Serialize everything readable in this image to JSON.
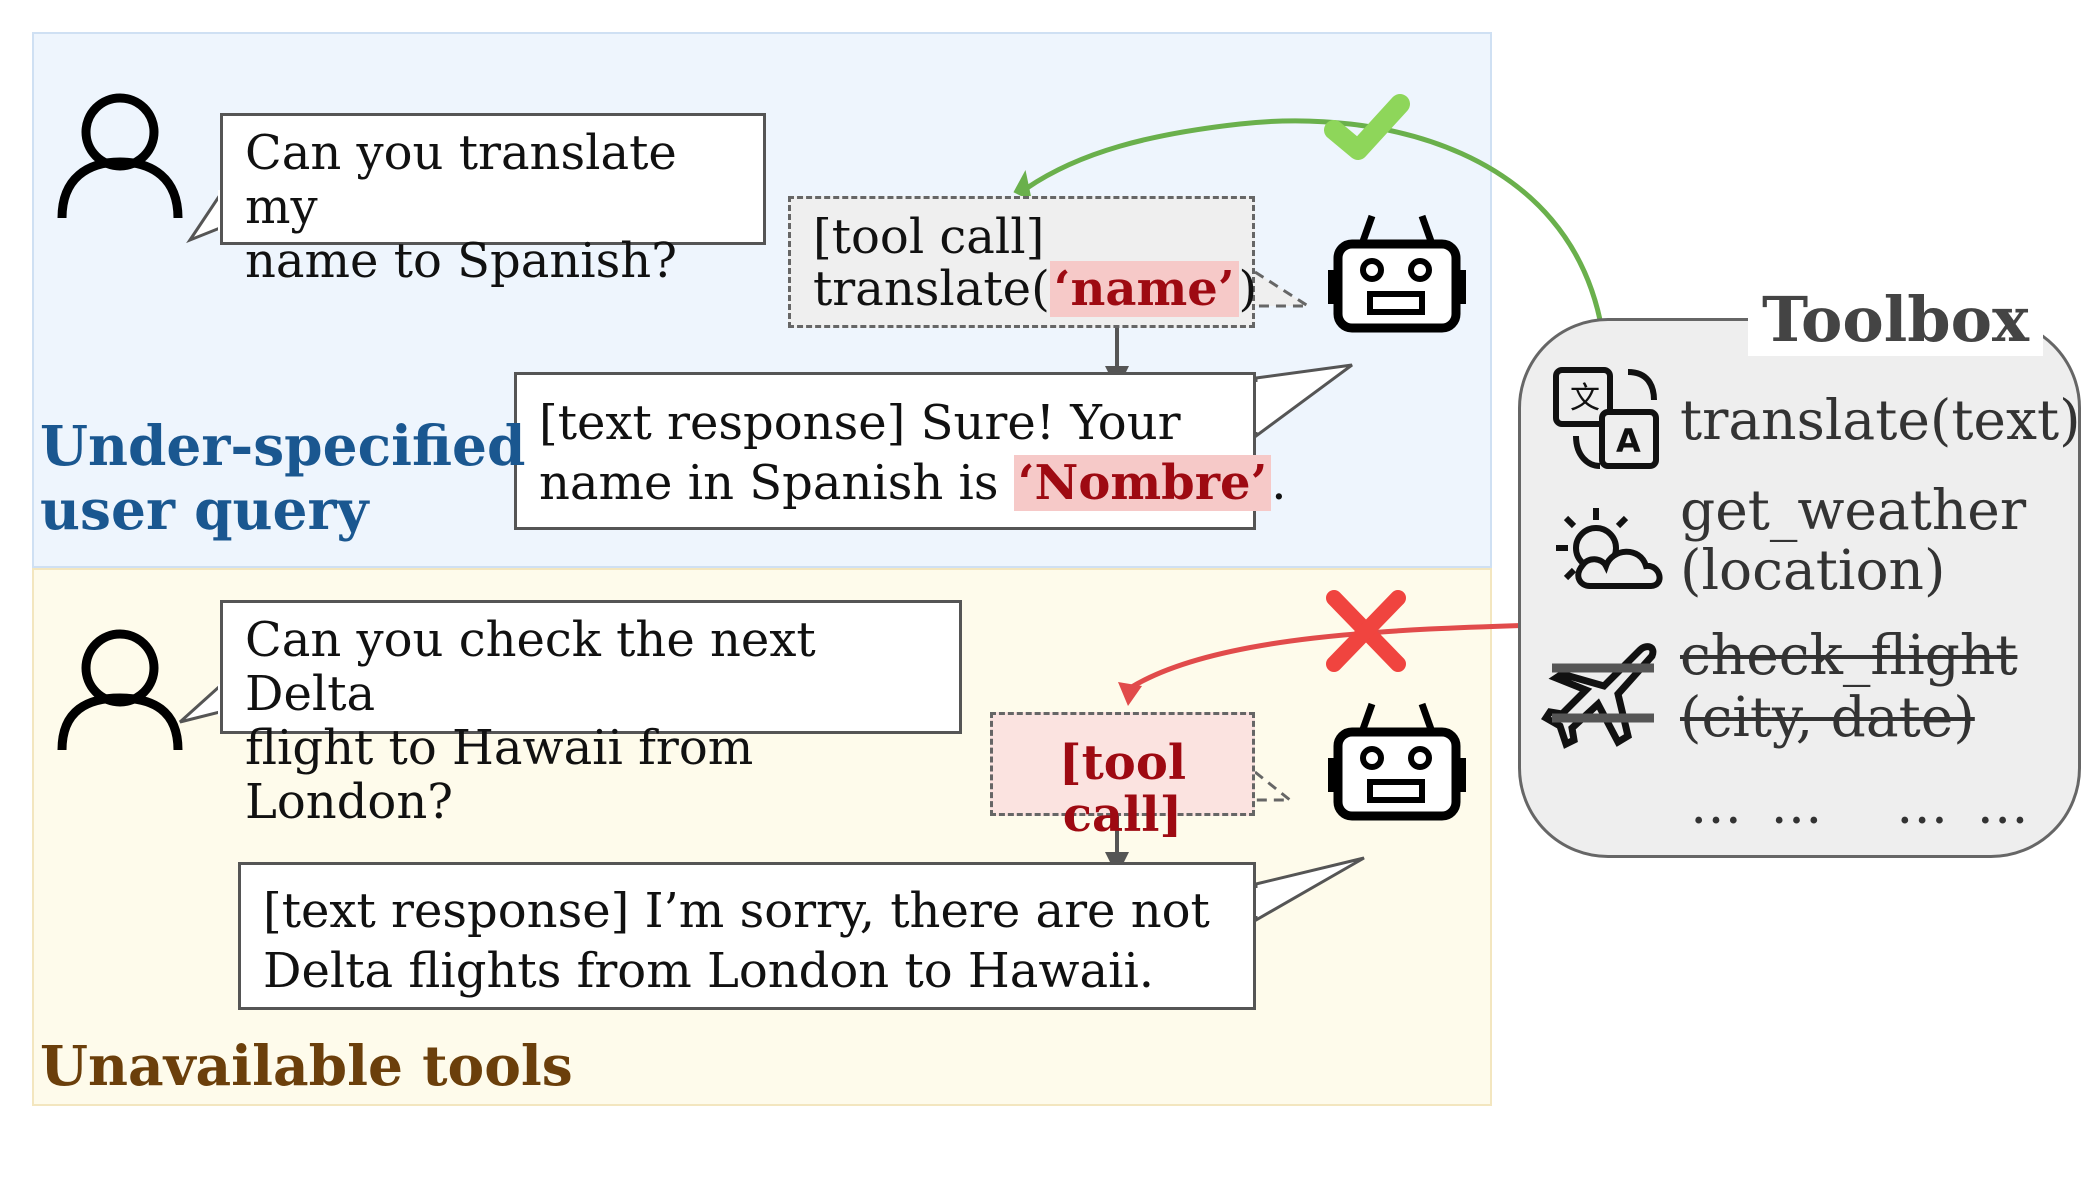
{
  "top_case": {
    "user_query": [
      "Can you translate my",
      "name to Spanish?"
    ],
    "tool_call_label": "[tool call]",
    "tool_call_func": "translate(",
    "tool_call_arg": "‘name’",
    "tool_call_close": ")",
    "response_line1": "[text response] Sure! Your",
    "response_line2_pre": "name in Spanish is ",
    "response_highlight": "‘Nombre’",
    "response_line2_post": ".",
    "caption": [
      "Under-specified",
      "user query"
    ]
  },
  "bottom_case": {
    "user_query": [
      "Can you check the next Delta",
      "flight to Hawaii from London?"
    ],
    "tool_call_label": "[tool call]",
    "response": [
      "[text response] I’m sorry, there are not",
      "Delta flights from London to Hawaii."
    ],
    "caption": "Unavailable tools"
  },
  "toolbox": {
    "title": "Toolbox",
    "tools": [
      {
        "icon": "translate-icon",
        "lines": [
          "translate(text)"
        ],
        "available": true
      },
      {
        "icon": "weather-icon",
        "lines": [
          "get_weather",
          "(location)"
        ],
        "available": true
      },
      {
        "icon": "flight-icon",
        "lines": [
          "check_flight",
          "(city, date)"
        ],
        "available": false
      }
    ],
    "more": "… …   … …"
  },
  "colors": {
    "top_bg": "#eef5fd",
    "bottom_bg": "#fefbeb",
    "check_green": "#6ab04c",
    "cross_red": "#e14b4b",
    "highlight_red": "#9e0a12",
    "caption_blue": "#1a5790",
    "caption_brown": "#6b3f0b"
  }
}
